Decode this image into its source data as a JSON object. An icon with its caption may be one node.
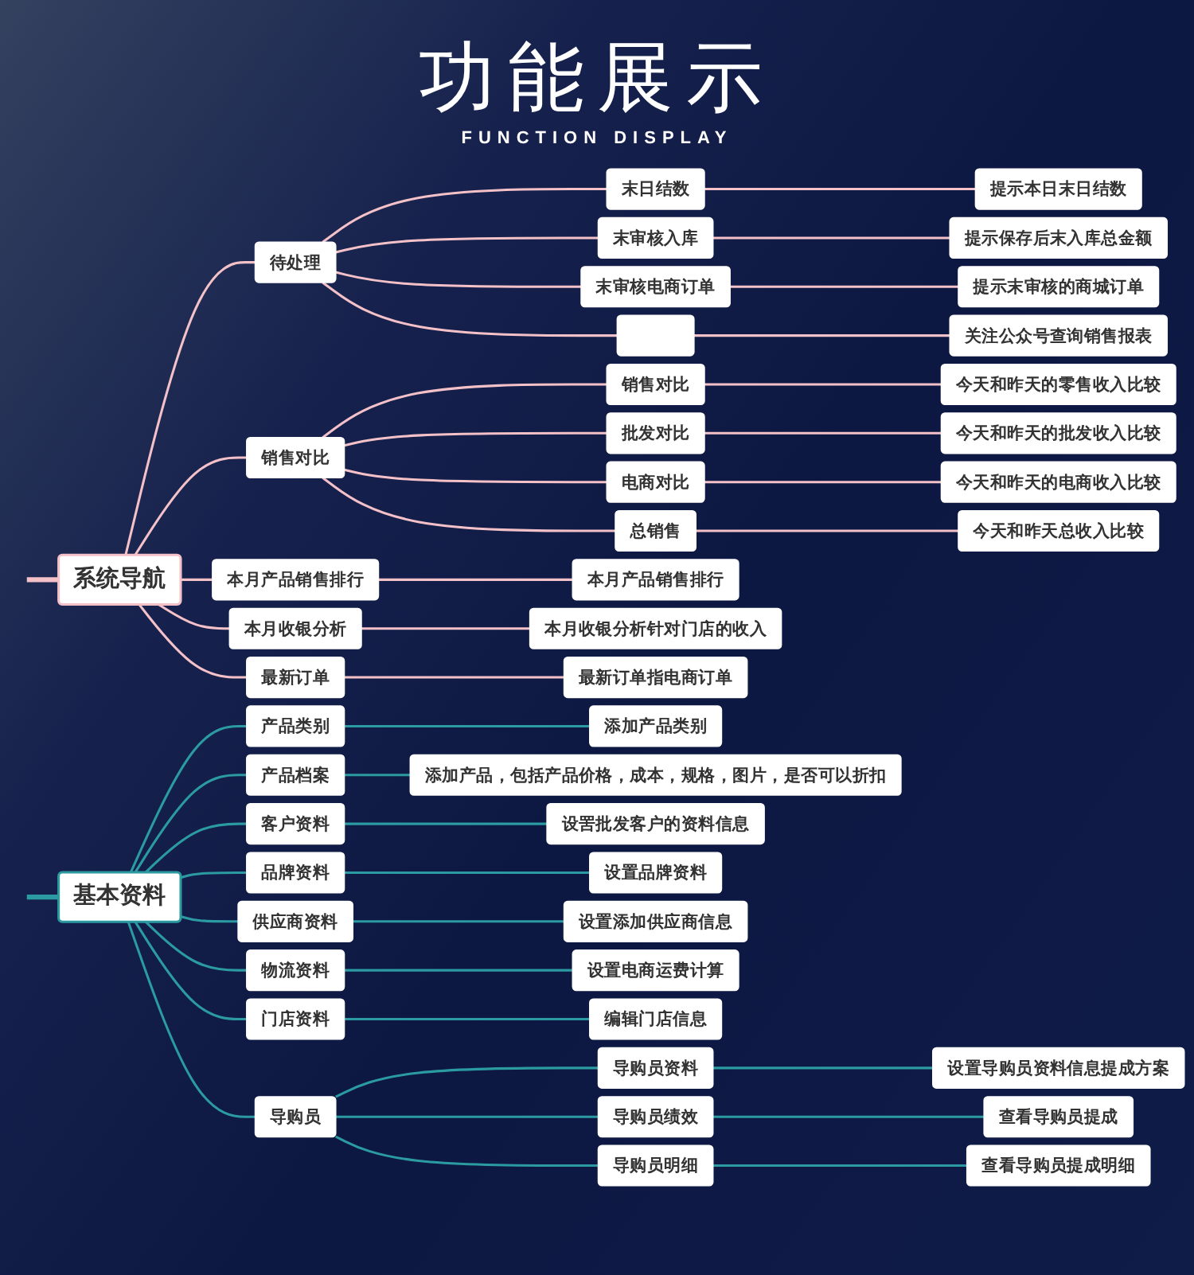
{
  "diagram": {
    "title": "功能展示",
    "labels": [
      "FUNCTION DISPLAY"
    ],
    "nodes": [
      {
        "text": [
          "系统导航"
        ]
      },
      {
        "text": [
          "待处理"
        ]
      },
      {
        "text": [
          "末日结数"
        ]
      },
      {
        "text": [
          "提示本日末日结数"
        ]
      },
      {
        "text": [
          "末审核入库"
        ]
      },
      {
        "text": [
          "提示保存后末入库总金额"
        ]
      },
      {
        "text": [
          "末审核电商订单"
        ]
      },
      {
        "text": [
          "提示末审核的商城订单"
        ]
      },
      {
        "text": [],
        "shape": "box"
      },
      {
        "text": [
          "关注公众号查询销售报表"
        ]
      },
      {
        "text": [
          "销售对比"
        ]
      },
      {
        "text": [
          "销售对比"
        ]
      },
      {
        "text": [
          "今天和昨天的零售收入比较"
        ]
      },
      {
        "text": [
          "批发对比"
        ]
      },
      {
        "text": [
          "今天和昨天的批发收入比较"
        ]
      },
      {
        "text": [
          "电商对比"
        ]
      },
      {
        "text": [
          "今天和昨天的电商收入比较"
        ]
      },
      {
        "text": [
          "总销售"
        ]
      },
      {
        "text": [
          "今天和昨天总收入比较"
        ]
      },
      {
        "text": [
          "本月产品销售排行"
        ]
      },
      {
        "text": [
          "本月产品销售排行"
        ]
      },
      {
        "text": [
          "本月收银分析"
        ]
      },
      {
        "text": [
          "本月收银分析针对门店的收入"
        ]
      },
      {
        "text": [
          "最新订单"
        ]
      },
      {
        "text": [
          "最新订单指电商订单"
        ]
      },
      {
        "text": [
          "基本资料"
        ]
      },
      {
        "text": [
          "产品类别"
        ]
      },
      {
        "text": [
          "添加产品类别"
        ]
      },
      {
        "text": [
          "产品档案"
        ]
      },
      {
        "text": [
          "添加产品，包括产品价格，成本，规格，图片，是否可以折扣"
        ]
      },
      {
        "text": [
          "客户资料"
        ]
      },
      {
        "text": [
          "设罟批发客户的资料信息"
        ]
      },
      {
        "text": [
          "品牌资料"
        ]
      },
      {
        "text": [
          "设置品牌资料"
        ]
      },
      {
        "text": [
          "供应商资料"
        ]
      },
      {
        "text": [
          "设置添加供应商信息"
        ]
      },
      {
        "text": [
          "物流资料"
        ]
      },
      {
        "text": [
          "设置电商运费计算"
        ]
      },
      {
        "text": [
          "门店资料"
        ]
      },
      {
        "text": [
          "编辑门店信息"
        ]
      },
      {
        "text": [
          "导购员"
        ]
      },
      {
        "text": [
          "导购员资料"
        ]
      },
      {
        "text": [
          "设置导购员资料信息提成方案"
        ]
      },
      {
        "text": [
          "导购员绩效"
        ]
      },
      {
        "text": [
          "查看导购员提成"
        ]
      },
      {
        "text": [
          "导购员明细"
        ]
      },
      {
        "text": [
          "查看导购员提成明细"
        ]
      }
    ],
    "edges": [
      {
        "from": null,
        "to": 0,
        "arrow": "none",
        "style": "thick"
      },
      {
        "from": 0,
        "to": 1,
        "arrow": "none"
      },
      {
        "from": 1,
        "to": 2,
        "arrow": "none"
      },
      {
        "from": 2,
        "to": 3,
        "arrow": "none"
      },
      {
        "from": 1,
        "to": 4,
        "arrow": "none"
      },
      {
        "from": 4,
        "to": 5,
        "arrow": "none"
      },
      {
        "from": 1,
        "to": 6,
        "arrow": "none"
      },
      {
        "from": 6,
        "to": 7,
        "arrow": "none"
      },
      {
        "from": 1,
        "to": 8,
        "arrow": "none"
      },
      {
        "from": 8,
        "to": 9,
        "arrow": "none"
      },
      {
        "from": 0,
        "to": 10,
        "arrow": "none"
      },
      {
        "from": 10,
        "to": 11,
        "arrow": "none"
      },
      {
        "from": 11,
        "to": 12,
        "arrow": "none"
      },
      {
        "from": 10,
        "to": 13,
        "arrow": "none"
      },
      {
        "from": 13,
        "to": 14,
        "arrow": "none"
      },
      {
        "from": 10,
        "to": 15,
        "arrow": "none"
      },
      {
        "from": 15,
        "to": 16,
        "arrow": "none"
      },
      {
        "from": 10,
        "to": 17,
        "arrow": "none"
      },
      {
        "from": 17,
        "to": 18,
        "arrow": "none"
      },
      {
        "from": 0,
        "to": 19,
        "arrow": "none"
      },
      {
        "from": 19,
        "to": 20,
        "arrow": "none"
      },
      {
        "from": 0,
        "to": 21,
        "arrow": "none"
      },
      {
        "from": 21,
        "to": 22,
        "arrow": "none"
      },
      {
        "from": 0,
        "to": 23,
        "arrow": "none"
      },
      {
        "from": 23,
        "to": 24,
        "arrow": "none"
      },
      {
        "from": null,
        "to": 25,
        "arrow": "none",
        "style": "thick",
        "color": "#2b9ba1"
      },
      {
        "from": 25,
        "to": 26,
        "arrow": "none",
        "color": "#2b9ba1"
      },
      {
        "from": 26,
        "to": 27,
        "arrow": "none",
        "color": "#2b9ba1"
      },
      {
        "from": 25,
        "to": 28,
        "arrow": "none",
        "color": "#2b9ba1"
      },
      {
        "from": 28,
        "to": 29,
        "arrow": "none",
        "color": "#2b9ba1"
      },
      {
        "from": 25,
        "to": 30,
        "arrow": "none",
        "color": "#2b9ba1"
      },
      {
        "from": 30,
        "to": 31,
        "arrow": "none",
        "color": "#2b9ba1"
      },
      {
        "from": 25,
        "to": 32,
        "arrow": "none",
        "color": "#2b9ba1"
      },
      {
        "from": 32,
        "to": 33,
        "arrow": "none",
        "color": "#2b9ba1"
      },
      {
        "from": 25,
        "to": 34,
        "arrow": "none",
        "color": "#2b9ba1"
      },
      {
        "from": 34,
        "to": 35,
        "arrow": "none",
        "color": "#2b9ba1"
      },
      {
        "from": 25,
        "to": 36,
        "arrow": "none",
        "color": "#2b9ba1"
      },
      {
        "from": 36,
        "to": 37,
        "arrow": "none",
        "color": "#2b9ba1"
      },
      {
        "from": 25,
        "to": 38,
        "arrow": "none",
        "color": "#2b9ba1"
      },
      {
        "from": 38,
        "to": 39,
        "arrow": "none",
        "color": "#2b9ba1"
      },
      {
        "from": 25,
        "to": 40,
        "arrow": "none",
        "color": "#2b9ba1"
      },
      {
        "from": 40,
        "to": 41,
        "arrow": "none",
        "color": "#2b9ba1"
      },
      {
        "from": 41,
        "to": 42,
        "arrow": "none",
        "color": "#2b9ba1"
      },
      {
        "from": 40,
        "to": 43,
        "arrow": "none",
        "color": "#2b9ba1"
      },
      {
        "from": 43,
        "to": 44,
        "arrow": "none",
        "color": "#2b9ba1"
      },
      {
        "from": 40,
        "to": 45,
        "arrow": "none",
        "color": "#2b9ba1"
      },
      {
        "from": 45,
        "to": 46,
        "arrow": "none",
        "color": "#2b9ba1"
      }
    ]
  }
}
